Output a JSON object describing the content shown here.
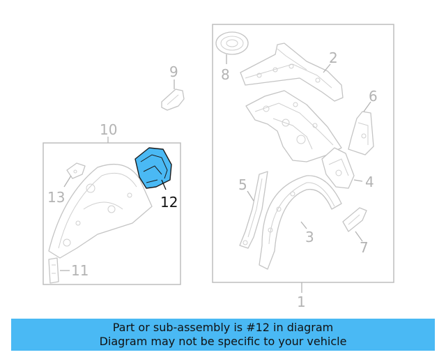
{
  "callouts": {
    "c1": "1",
    "c2": "2",
    "c3": "3",
    "c4": "4",
    "c5": "5",
    "c6": "6",
    "c7": "7",
    "c8": "8",
    "c9": "9",
    "c10": "10",
    "c11": "11",
    "c12": "12",
    "c13": "13"
  },
  "highlight": {
    "part": "12",
    "color": "#4ab9f4"
  },
  "banner": {
    "line1": "Part or sub-assembly is #12 in diagram",
    "line2": "Diagram may not be specific to your vehicle",
    "color": "#4ab9f4"
  }
}
